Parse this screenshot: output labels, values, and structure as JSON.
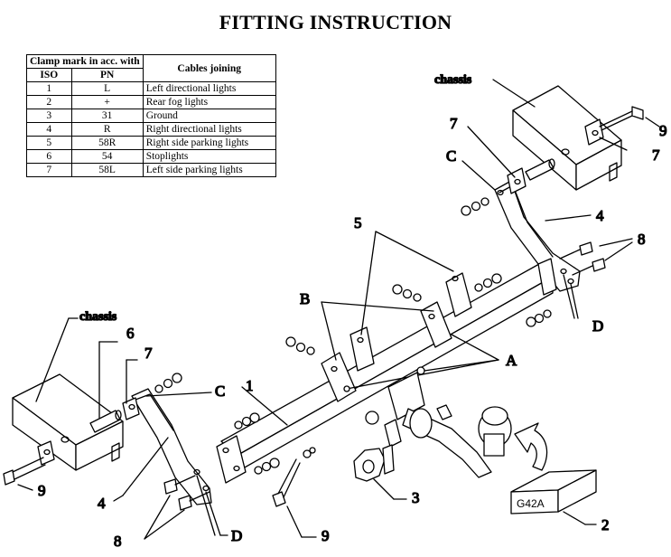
{
  "title": "FITTING INSTRUCTION",
  "table": {
    "group_header": "Clamp mark in acc. with",
    "col_iso": "ISO",
    "col_pn": "PN",
    "col_desc": "Cables joining",
    "rows": [
      {
        "iso": "1",
        "pn": "L",
        "desc": "Left directional lights"
      },
      {
        "iso": "2",
        "pn": "+",
        "desc": "Rear fog lights"
      },
      {
        "iso": "3",
        "pn": "31",
        "desc": "Ground"
      },
      {
        "iso": "4",
        "pn": "R",
        "desc": "Right directional lights"
      },
      {
        "iso": "5",
        "pn": "58R",
        "desc": "Right side parking lights"
      },
      {
        "iso": "6",
        "pn": "54",
        "desc": "Stoplights"
      },
      {
        "iso": "7",
        "pn": "58L",
        "desc": "Left side parking lights"
      }
    ]
  },
  "labels": {
    "chassis_right": "chassis",
    "chassis_left": "chassis",
    "n1": "1",
    "n2": "2",
    "n3": "3",
    "n4_right": "4",
    "n4_left": "4",
    "n5": "5",
    "n6": "6",
    "n7_right_a": "7",
    "n7_right_b": "7",
    "n7_left": "7",
    "n8_right": "8",
    "n8_left": "8",
    "n9_right": "9",
    "n9_left": "9",
    "n9_bottom": "9",
    "A": "A",
    "B": "B",
    "C_right": "C",
    "C_left": "C",
    "D_right": "D",
    "D_left": "D",
    "box_code": "G42A"
  }
}
